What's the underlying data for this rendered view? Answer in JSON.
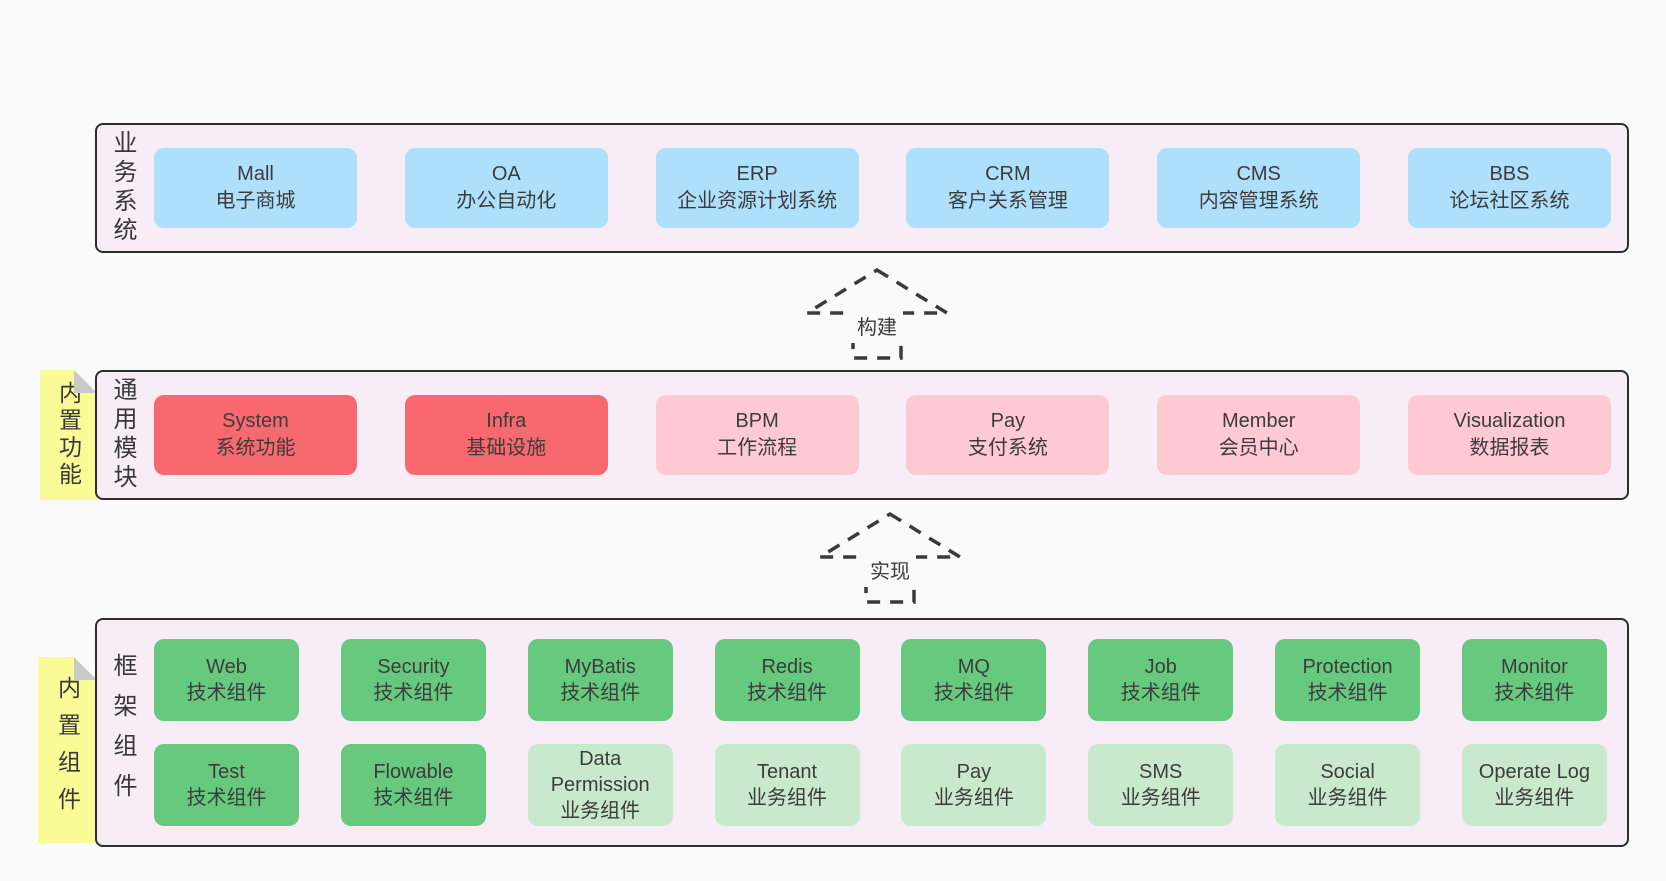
{
  "diagram": {
    "arrows": [
      {
        "label": "构建"
      },
      {
        "label": "实现"
      }
    ],
    "bands": [
      {
        "label": "业务系统",
        "boxes": [
          {
            "name": "Mall",
            "desc": "电子商城",
            "type": "blue"
          },
          {
            "name": "OA",
            "desc": "办公自动化",
            "type": "blue"
          },
          {
            "name": "ERP",
            "desc": "企业资源计划系统",
            "type": "blue"
          },
          {
            "name": "CRM",
            "desc": "客户关系管理",
            "type": "blue"
          },
          {
            "name": "CMS",
            "desc": "内容管理系统",
            "type": "blue"
          },
          {
            "name": "BBS",
            "desc": "论坛社区系统",
            "type": "blue"
          }
        ]
      },
      {
        "label": "通用模块",
        "sticky": "内置功能",
        "boxes": [
          {
            "name": "System",
            "desc": "系统功能",
            "type": "red"
          },
          {
            "name": "Infra",
            "desc": "基础设施",
            "type": "red"
          },
          {
            "name": "BPM",
            "desc": "工作流程",
            "type": "pink"
          },
          {
            "name": "Pay",
            "desc": "支付系统",
            "type": "pink"
          },
          {
            "name": "Member",
            "desc": "会员中心",
            "type": "pink"
          },
          {
            "name": "Visualization",
            "desc": "数据报表",
            "type": "pink"
          }
        ]
      },
      {
        "label": "框架组件",
        "sticky": "内置组件",
        "rows": [
          [
            {
              "name": "Web",
              "desc": "技术组件",
              "type": "green"
            },
            {
              "name": "Security",
              "desc": "技术组件",
              "type": "green"
            },
            {
              "name": "MyBatis",
              "desc": "技术组件",
              "type": "green"
            },
            {
              "name": "Redis",
              "desc": "技术组件",
              "type": "green"
            },
            {
              "name": "MQ",
              "desc": "技术组件",
              "type": "green"
            },
            {
              "name": "Job",
              "desc": "技术组件",
              "type": "green"
            },
            {
              "name": "Protection",
              "desc": "技术组件",
              "type": "green"
            },
            {
              "name": "Monitor",
              "desc": "技术组件",
              "type": "green"
            }
          ],
          [
            {
              "name": "Test",
              "desc": "技术组件",
              "type": "green"
            },
            {
              "name": "Flowable",
              "desc": "技术组件",
              "type": "green"
            },
            {
              "name": "Data Permission",
              "desc": "业务组件",
              "type": "lightgreen"
            },
            {
              "name": "Tenant",
              "desc": "业务组件",
              "type": "lightgreen"
            },
            {
              "name": "Pay",
              "desc": "业务组件",
              "type": "lightgreen"
            },
            {
              "name": "SMS",
              "desc": "业务组件",
              "type": "lightgreen"
            },
            {
              "name": "Social",
              "desc": "业务组件",
              "type": "lightgreen"
            },
            {
              "name": "Operate Log",
              "desc": "业务组件",
              "type": "lightgreen"
            }
          ]
        ]
      }
    ],
    "colors": {
      "blue": "#aedffb",
      "red": "#f8696f",
      "pink": "#ffc9d3",
      "green": "#67c97e",
      "lightgreen": "#c9e9cd",
      "band_bg": "#f8edf7",
      "band_border": "#2d2d2d",
      "sticky_bg": "#fafa96",
      "sticky_fold": "#c9c9c9",
      "page_bg": "#fafafa",
      "text": "#3c3c3c"
    }
  }
}
